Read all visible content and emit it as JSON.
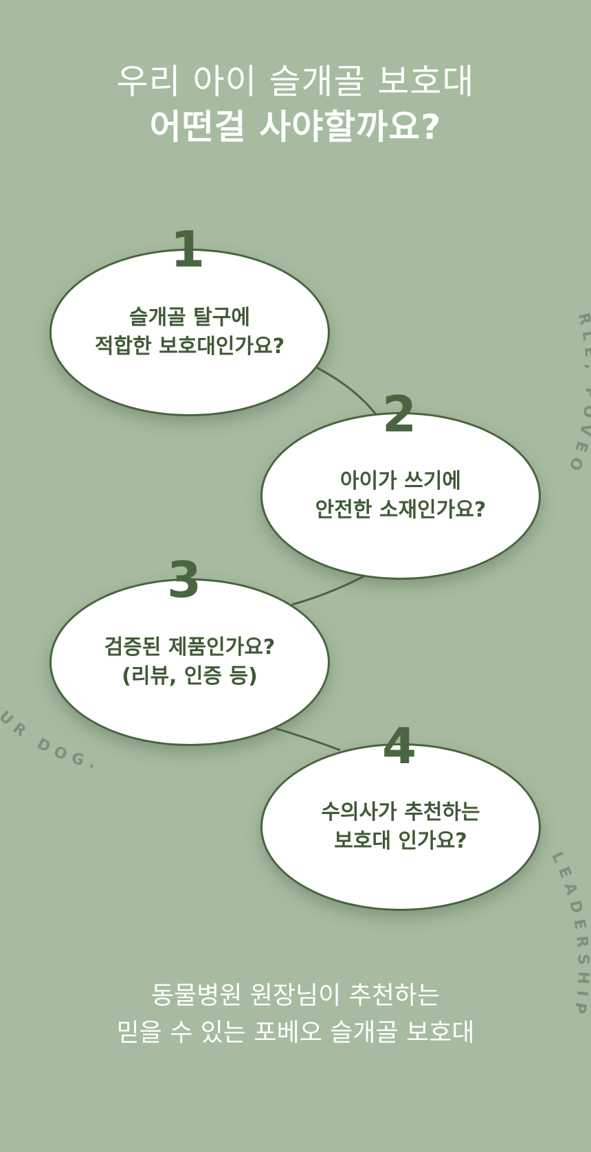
{
  "header": {
    "line1": "우리 아이 슬개골 보호대",
    "line2": "어떤걸 사야할까요?"
  },
  "items": [
    {
      "number": "1",
      "line1": "슬개골 탈구에",
      "line2": "적합한 보호대인가요?"
    },
    {
      "number": "2",
      "line1": "아이가 쓰기에",
      "line2": "안전한 소재인가요?"
    },
    {
      "number": "3",
      "line1": "검증된 제품인가요?",
      "line2": "(리뷰, 인증 등)"
    },
    {
      "number": "4",
      "line1": "수의사가 추천하는",
      "line2": "보호대 인가요?"
    }
  ],
  "footer": {
    "line1": "동물병원 원장님이 추천하는",
    "line2": "믿을 수 있는 포베오 슬개골 보호대"
  },
  "decor": {
    "right_upper_text": "RLE, POVEO",
    "left_text": "CE YOUR DOG.",
    "right_lower_text": "LEADERSHIP"
  },
  "colors": {
    "background": "#a6bba0",
    "accent": "#4a6641",
    "bubble": "#ffffff"
  }
}
